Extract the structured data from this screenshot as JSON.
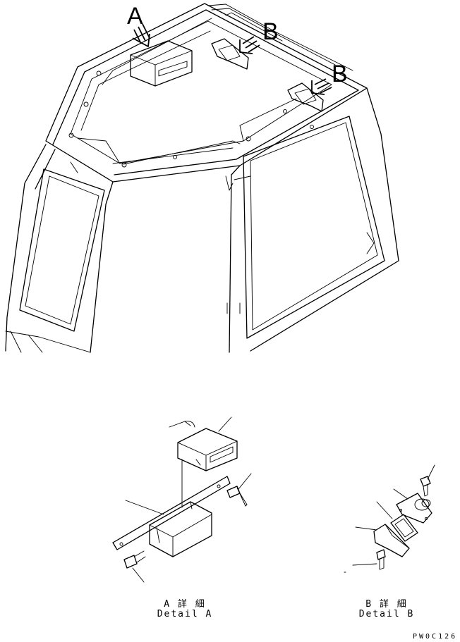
{
  "callouts": {
    "a": "A",
    "b1": "B",
    "b2": "B"
  },
  "captions": {
    "detail_a_jp": "A 詳 細",
    "detail_a_en": "Detail A",
    "detail_b_jp": "B 詳 細",
    "detail_b_en": "Detail B"
  },
  "drawing_code": "PW0C126"
}
